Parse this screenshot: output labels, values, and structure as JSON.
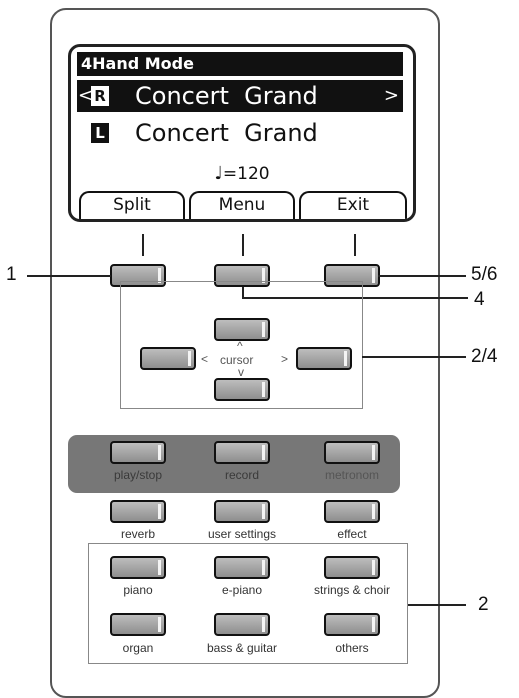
{
  "lcd": {
    "title": "4Hand Mode",
    "row1": {
      "arrow_left": "<",
      "hand": "R",
      "voice": "Concert  Grand",
      "arrow_right": ">"
    },
    "row2": {
      "hand": "L",
      "voice": "Concert  Grand"
    },
    "tempo_symbol": "♩",
    "tempo_text": "=120",
    "softkeys": [
      "Split",
      "Menu",
      "Exit"
    ]
  },
  "callouts": {
    "c1": "1",
    "c56": "5/6",
    "c4": "4",
    "c24": "2/4",
    "c2": "2"
  },
  "cursor": {
    "up": "^",
    "left": "<",
    "label": "cursor",
    "right": ">",
    "down": "v"
  },
  "transport_buttons": [
    "play/stop",
    "record",
    "metronom"
  ],
  "buttons_row2": [
    "reverb",
    "user settings",
    "effect"
  ],
  "voice_buttons_row1": [
    "piano",
    "e-piano",
    "strings & choir"
  ],
  "voice_buttons_row2": [
    "organ",
    "bass & guitar",
    "others"
  ],
  "colors": {
    "button_fill": "#a6a6a6",
    "transport_bg": "#777777",
    "lcd_invert": "#111111"
  }
}
